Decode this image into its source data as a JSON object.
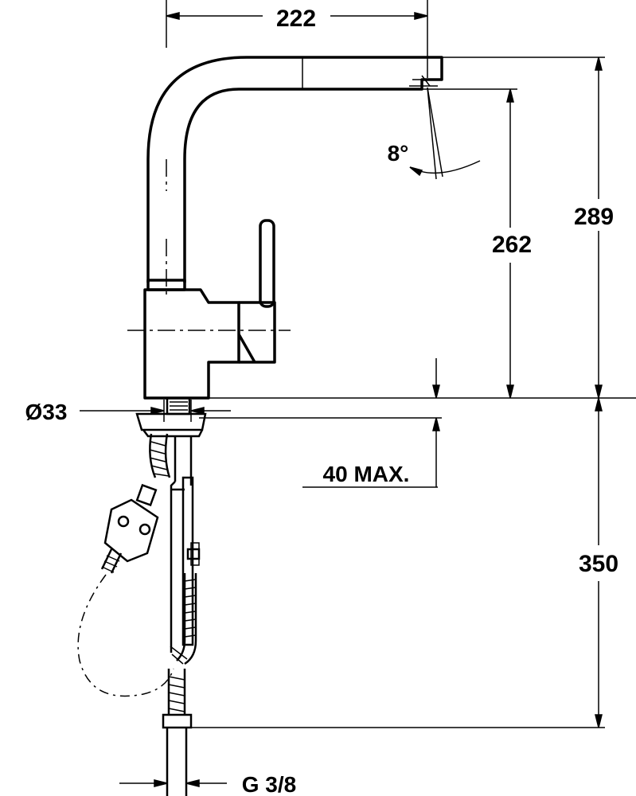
{
  "drawing": {
    "dimensions": {
      "spout_reach": "222",
      "spray_angle": "8°",
      "outlet_height": "262",
      "total_height": "289",
      "base_diameter": "Ø33",
      "max_deck_thickness": "40 MAX.",
      "hose_length": "350",
      "connection_thread": "G 3/8"
    }
  }
}
